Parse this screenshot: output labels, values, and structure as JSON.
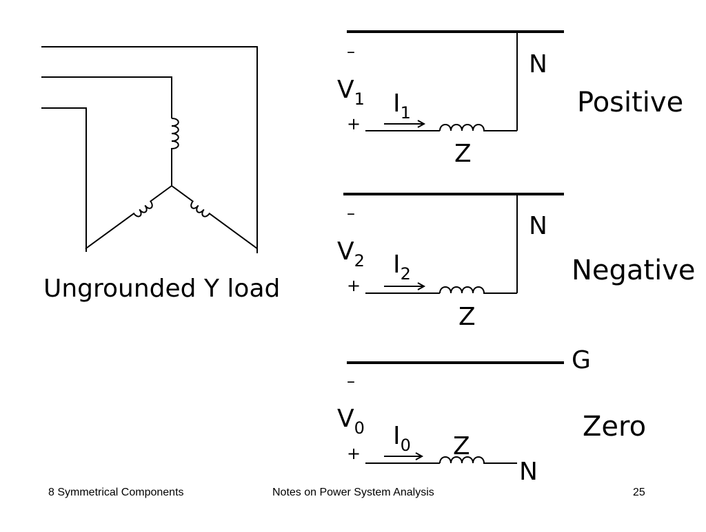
{
  "load_caption": "Ungrounded Y load",
  "networks": [
    {
      "name": "Positive",
      "voltage_main": "V",
      "voltage_sub": "1",
      "current_main": "I",
      "current_sub": "1",
      "impedance": "Z",
      "reference": "N",
      "minus_sign": "–",
      "plus_sign": "+"
    },
    {
      "name": "Negative",
      "voltage_main": "V",
      "voltage_sub": "2",
      "current_main": "I",
      "current_sub": "2",
      "impedance": "Z",
      "reference": "N",
      "minus_sign": "–",
      "plus_sign": "+"
    },
    {
      "name": "Zero",
      "voltage_main": "V",
      "voltage_sub": "0",
      "current_main": "I",
      "current_sub": "0",
      "impedance": "Z",
      "reference": "G",
      "end_label": "N",
      "minus_sign": "–",
      "plus_sign": "+"
    }
  ],
  "footer": {
    "left": "8 Symmetrical Components",
    "center": "Notes on Power System Analysis",
    "page_number": "25"
  }
}
